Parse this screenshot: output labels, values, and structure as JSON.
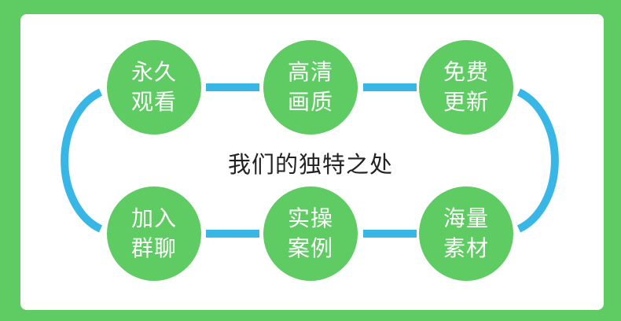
{
  "colors": {
    "background_green": "#5ecb63",
    "panel_white": "#ffffff",
    "connector_blue": "#38b7e6",
    "node_text": "#ffffff",
    "title_text": "#222222"
  },
  "center": {
    "title": "我们的独特之处"
  },
  "features": {
    "top": [
      {
        "line1": "永久",
        "line2": "观看"
      },
      {
        "line1": "高清",
        "line2": "画质"
      },
      {
        "line1": "免费",
        "line2": "更新"
      }
    ],
    "bottom": [
      {
        "line1": "加入",
        "line2": "群聊"
      },
      {
        "line1": "实操",
        "line2": "案例"
      },
      {
        "line1": "海量",
        "line2": "素材"
      }
    ]
  }
}
